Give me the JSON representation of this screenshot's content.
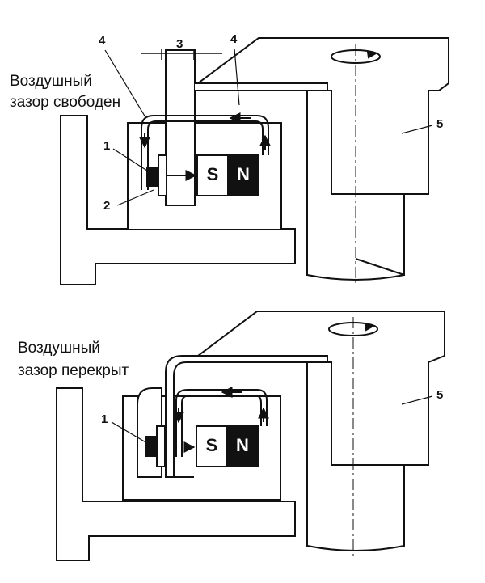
{
  "top": {
    "caption_line1": "Воздушный",
    "caption_line2": "зазор свободен",
    "labels": {
      "l1": "1",
      "l2": "2",
      "l3": "3",
      "l4a": "4",
      "l4b": "4",
      "l5": "5"
    },
    "pole_s": "S",
    "pole_n": "N"
  },
  "bottom": {
    "caption_line1": "Воздушный",
    "caption_line2": "зазор перекрыт",
    "labels": {
      "l1": "1",
      "l5": "5"
    },
    "pole_s": "S",
    "pole_n": "N"
  },
  "colors": {
    "ink": "#111111",
    "paper": "#ffffff"
  }
}
